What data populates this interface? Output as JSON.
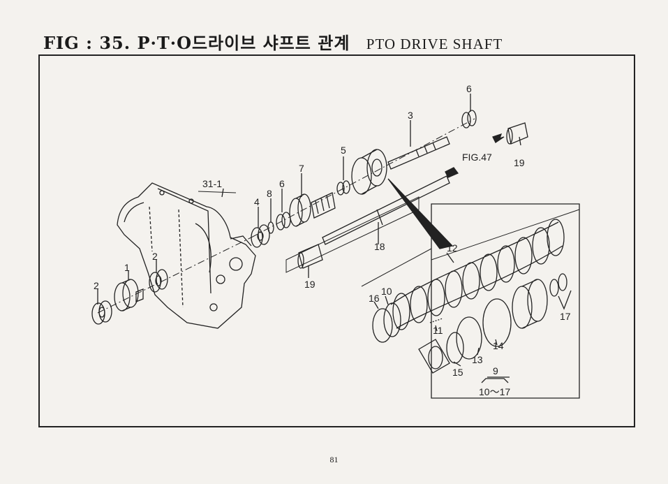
{
  "header": {
    "fig_label": "FIG : 35.",
    "korean_title": "P·T·O드라이브 샤프트 관계",
    "english_title": "PTO DRIVE SHAFT"
  },
  "callouts": {
    "c1": "1",
    "c2a": "2",
    "c2b": "2",
    "c3": "3",
    "c4": "4",
    "c5": "5",
    "c6a": "6",
    "c6b": "6",
    "c7": "7",
    "c8": "8",
    "c9": "9",
    "c10": "10",
    "c11": "11",
    "c12": "12",
    "c13": "13",
    "c14": "14",
    "c15": "15",
    "c16": "16",
    "c17": "17",
    "c18": "18",
    "c19a": "19",
    "c19b": "19",
    "c31": "31-1",
    "range": "10～17",
    "ref": "FIG.47"
  },
  "footer": {
    "page_number": "81"
  }
}
